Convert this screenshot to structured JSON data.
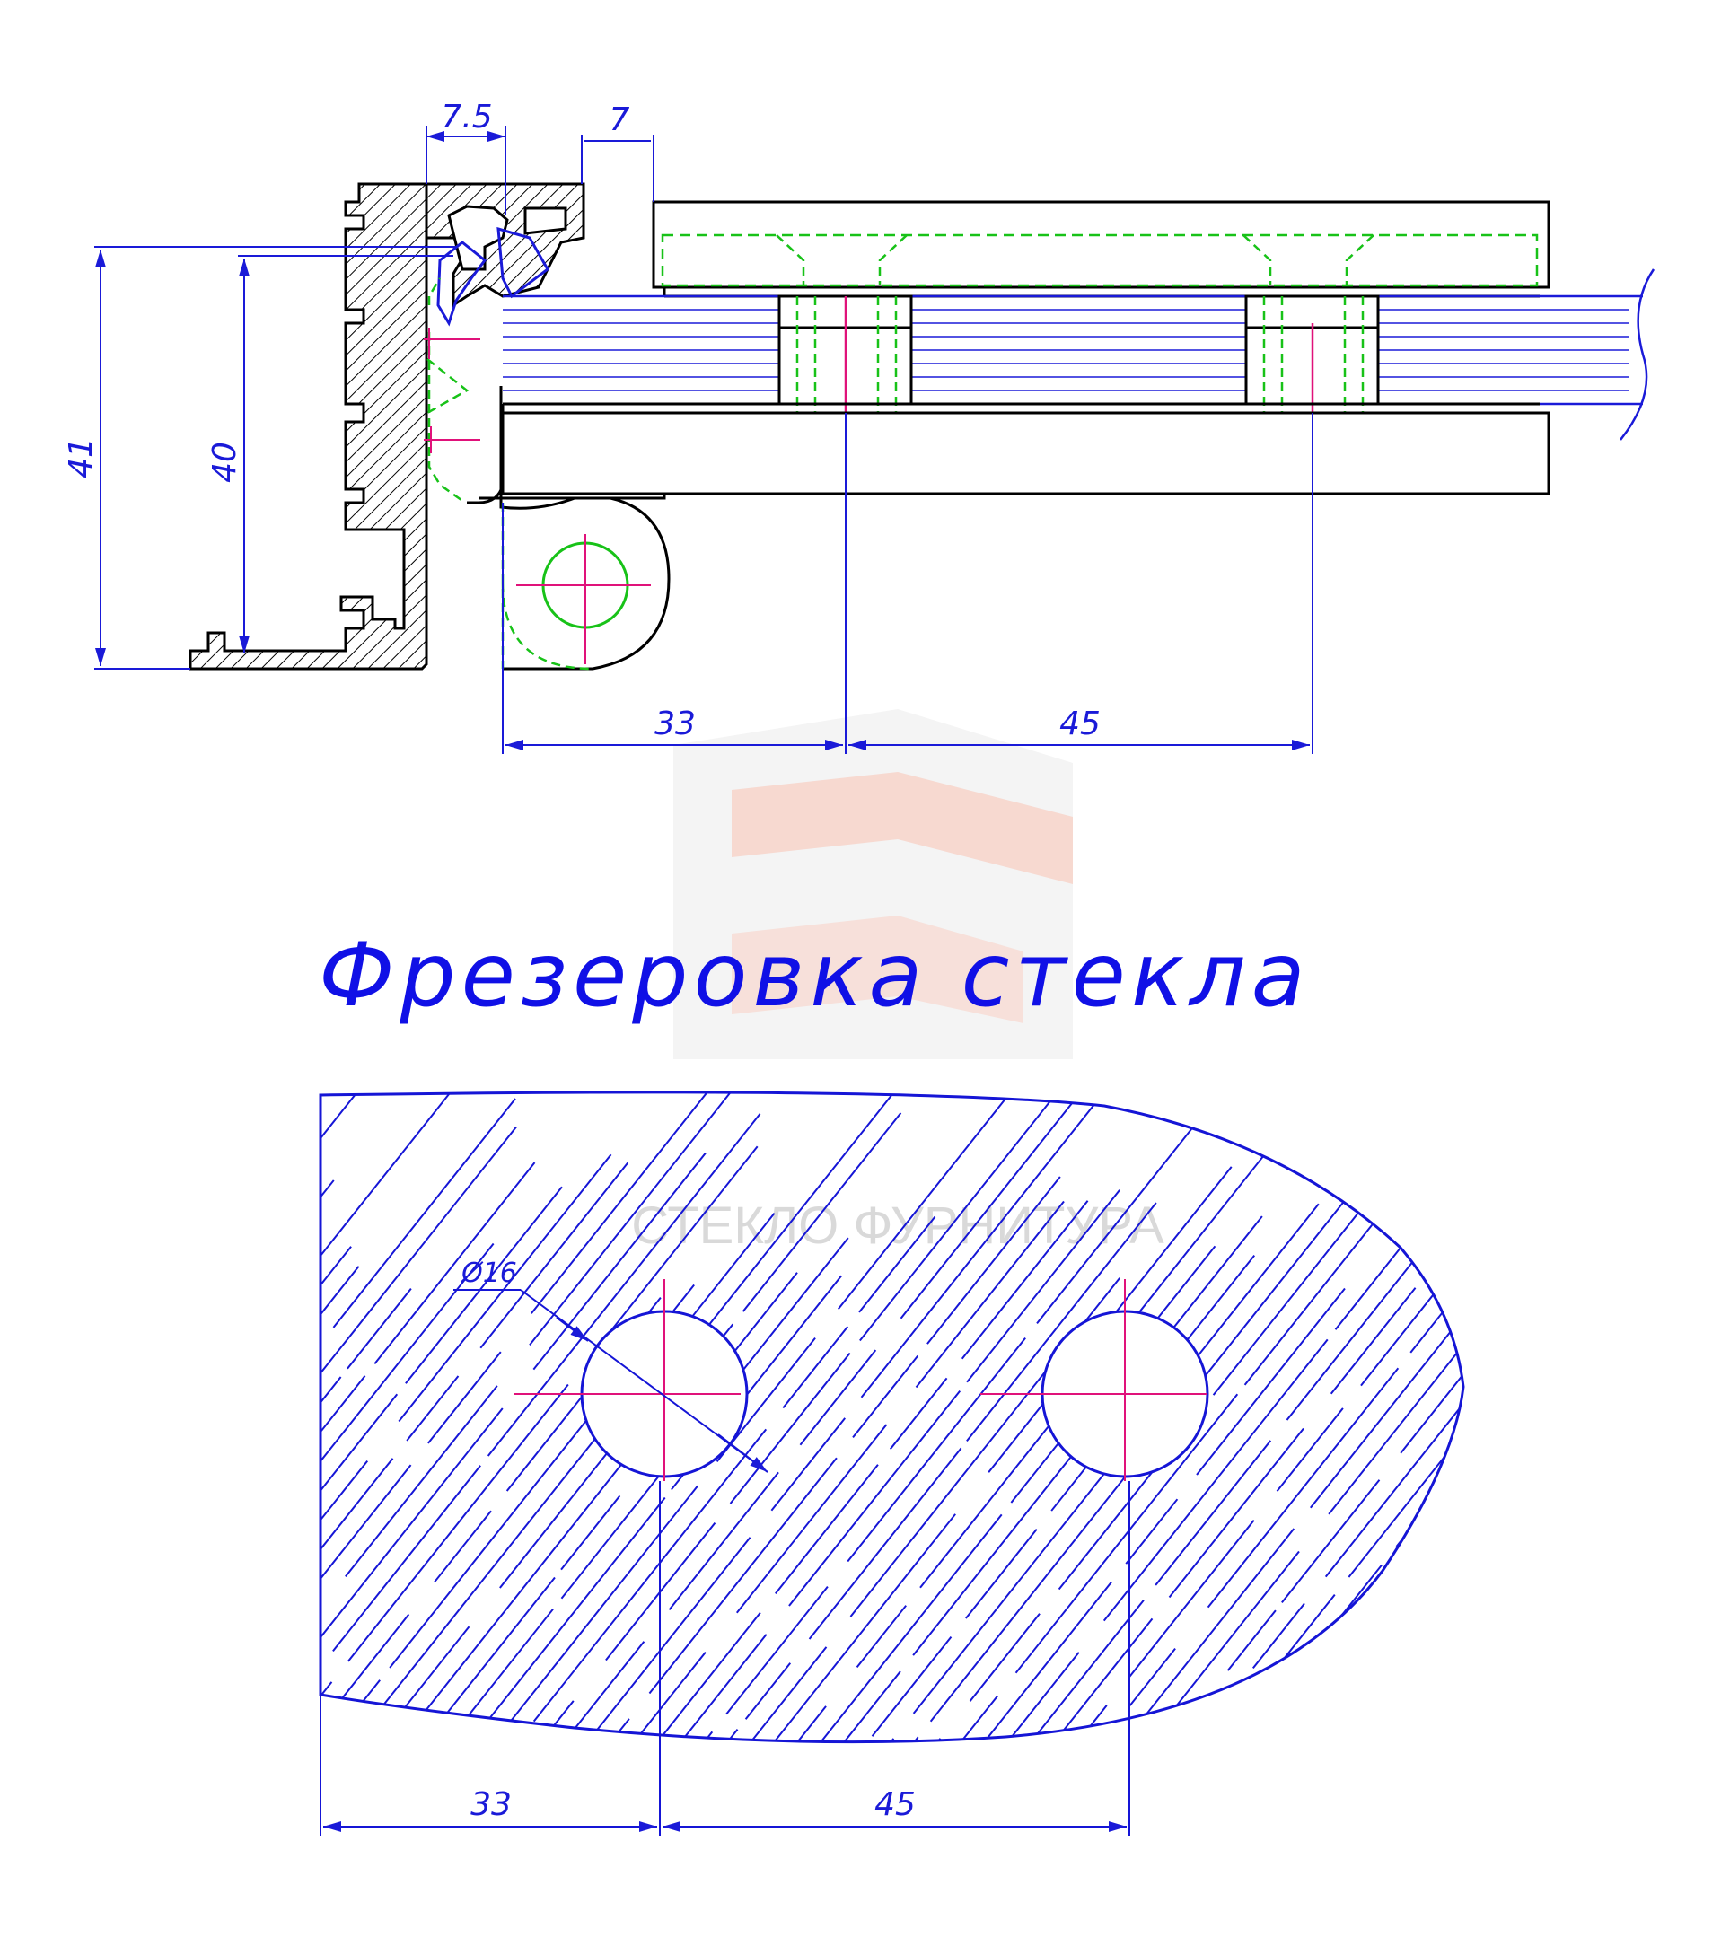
{
  "title": "Фрезеровка стекла",
  "watermark": {
    "text": "СТЕКЛО ФУРНИТУРА"
  },
  "section_view": {
    "dimensions": {
      "top_left_width": "7.5",
      "top_gap": "7",
      "height_outer": "41",
      "height_inner": "40",
      "offset_to_first_hole": "33",
      "hole_spacing": "45"
    }
  },
  "glass_plan": {
    "hole_diameter": "Ø16",
    "offset_to_first_hole": "33",
    "hole_spacing": "45"
  },
  "colors": {
    "outline": "#000000",
    "dimension": "#1a1ad8",
    "hidden_lines": "#18c218",
    "center_lines": "#e0127a",
    "hatch": "#1515d6",
    "watermark": "#d9d9d9"
  }
}
